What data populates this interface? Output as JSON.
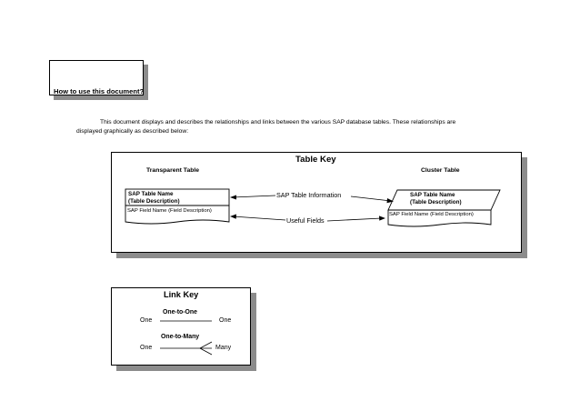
{
  "howto": {
    "title": "How to use this document?"
  },
  "intro": {
    "line1": "This document displays and describes the relationships and links between the various SAP database tables. These relationships are",
    "line2": "displayed graphically as described below:"
  },
  "table_key": {
    "title": "Table Key",
    "transparent_header": "Transparent Table",
    "cluster_header": "Cluster Table",
    "table_name": "SAP Table Name",
    "table_desc": "(Table Description)",
    "field_name": "SAP Field Name (Field Description)",
    "info_label": "SAP Table Information",
    "fields_label": "Useful Fields"
  },
  "link_key": {
    "title": "Link Key",
    "one_to_one": "One-to-One",
    "one_to_many": "One-to-Many",
    "one": "One",
    "many": "Many"
  }
}
